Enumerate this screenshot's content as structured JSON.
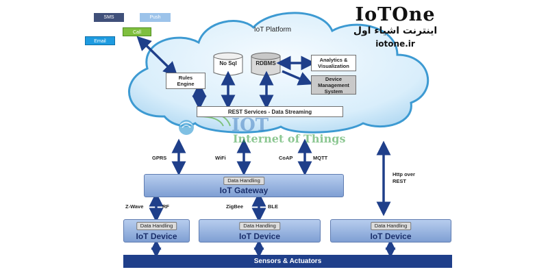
{
  "brand": {
    "logo_text": "IoTOne",
    "tagline": "اینترنت اشیاء اول",
    "site": "iotone.ir"
  },
  "channels": {
    "sms": "SMS",
    "push": "Push",
    "call": "Call",
    "email": "Email"
  },
  "cloud": {
    "title": "IoT Platform",
    "rules_engine": "Rules Engine",
    "nosql": "No Sql",
    "rdbms": "RDBMS",
    "analytics": "Analytics & Visualization",
    "device_mgmt": "Device Management System",
    "rest_services": "REST Services - Data Streaming"
  },
  "watermark": {
    "title": "IOT",
    "subtitle": "Internet of Things"
  },
  "protocols": {
    "gprs": "GPRS",
    "wifi": "WiFi",
    "coap": "CoAP",
    "mqtt": "MQTT",
    "http": "Http over REST",
    "zwave": "Z-Wave",
    "rf": "RF",
    "zigbee": "ZigBee",
    "ble": "BLE"
  },
  "gateway": {
    "label": "Data Handling",
    "title": "IoT Gateway"
  },
  "devices": [
    {
      "label": "Data Handling",
      "title": "IoT Device"
    },
    {
      "label": "Data Handling",
      "title": "IoT Device"
    },
    {
      "label": "Data Handling",
      "title": "IoT Device"
    }
  ],
  "sensors": "Sensors & Actuators",
  "colors": {
    "cloud_fill": "#d5ebf8",
    "cloud_edge": "#4aa6d8",
    "arrow": "#1f3f8a",
    "sms": "#40507a",
    "push": "#9cc3ea",
    "call": "#7fbf3f",
    "email": "#1e9be0"
  }
}
